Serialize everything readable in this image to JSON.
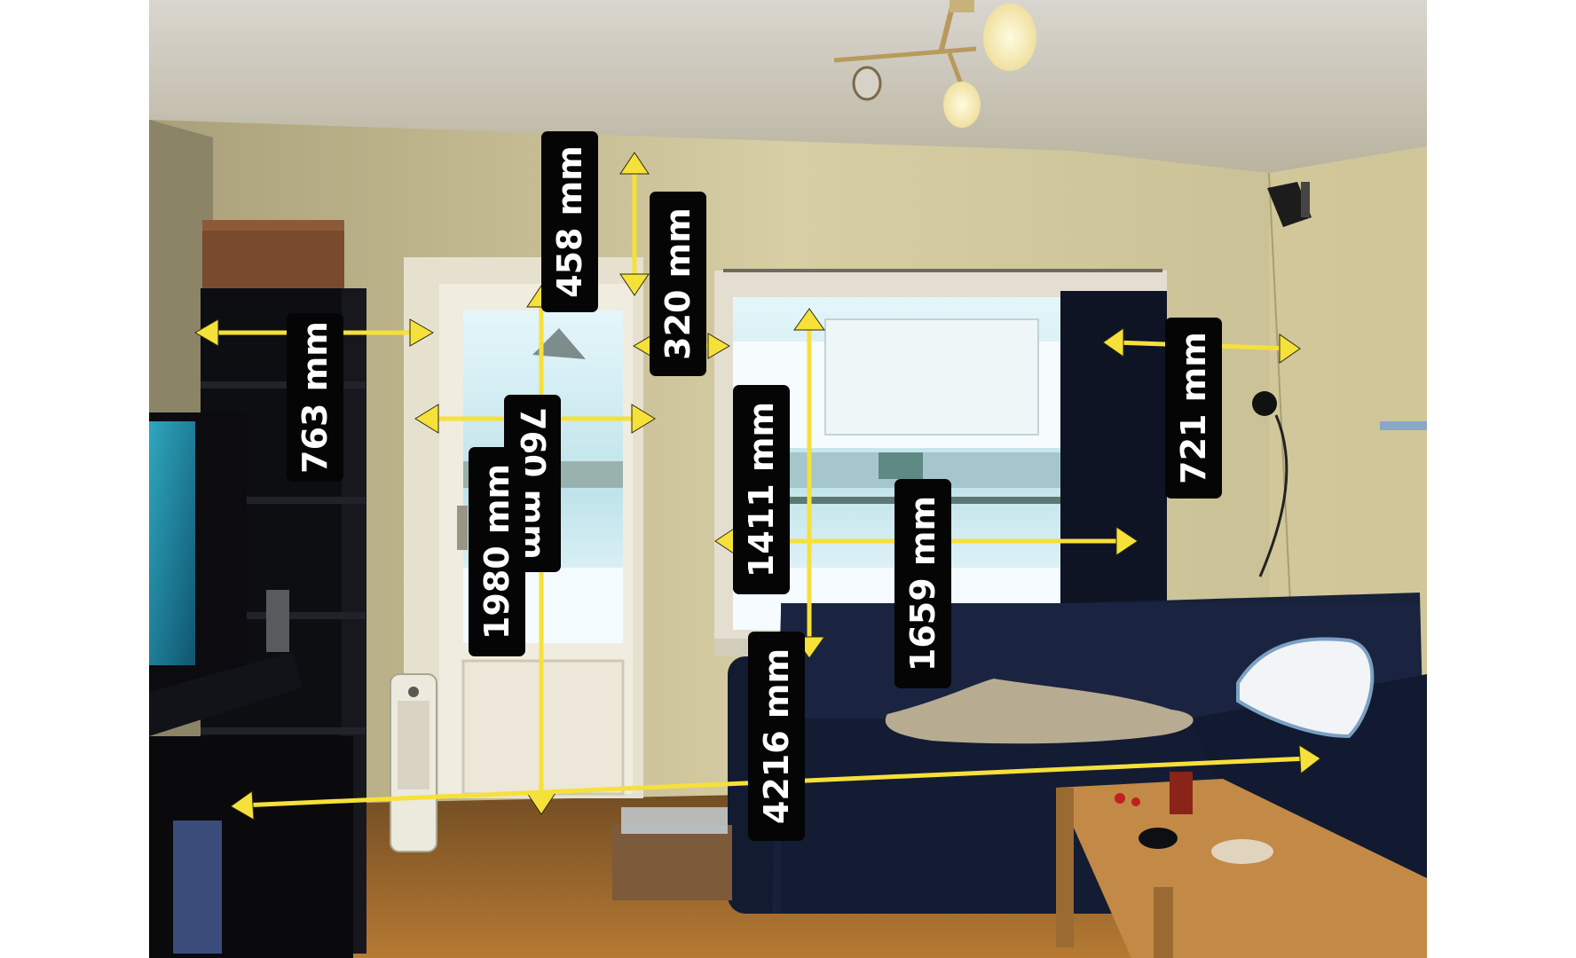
{
  "photo": {
    "subject": "living-room",
    "elements": [
      "ceiling-lamp",
      "wall-speaker",
      "balcony-door",
      "window",
      "curtain",
      "bookshelf",
      "tv",
      "radiator",
      "sofa",
      "cushion",
      "blanket",
      "coffee-table",
      "wooden-floor"
    ]
  },
  "measurements": [
    {
      "id": "shelf-width",
      "text": "763 mm"
    },
    {
      "id": "door-top-gap",
      "text": "458 mm"
    },
    {
      "id": "door-window-gap",
      "text": "320 mm"
    },
    {
      "id": "door-width",
      "text": "760 mm"
    },
    {
      "id": "door-height",
      "text": "1980 mm"
    },
    {
      "id": "window-height",
      "text": "1411 mm"
    },
    {
      "id": "window-width",
      "text": "1659 mm"
    },
    {
      "id": "curtain-corner-gap",
      "text": "721 mm"
    },
    {
      "id": "room-width",
      "text": "4216 mm"
    }
  ],
  "colors": {
    "arrow": "#f6e03a",
    "label_bg": "#050505",
    "label_text": "#ffffff",
    "wall": "#cbbf8c",
    "sofa": "#17213a",
    "floor": "#a06a2a"
  }
}
